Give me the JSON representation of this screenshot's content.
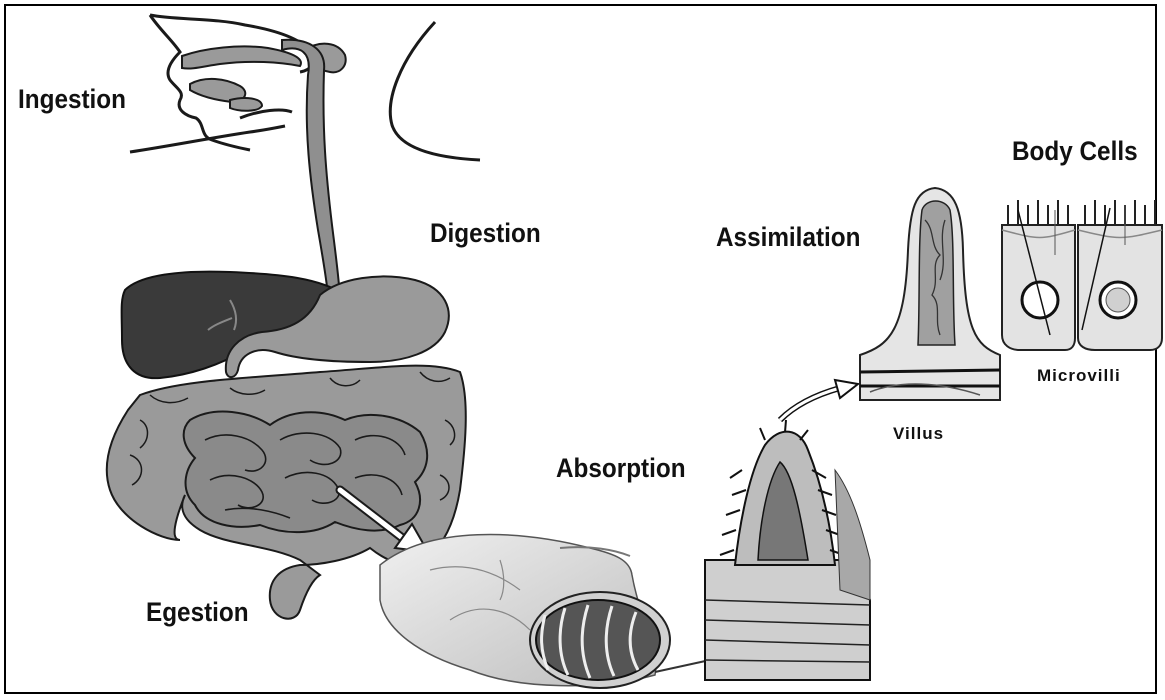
{
  "labels": {
    "ingestion": "Ingestion",
    "digestion": "Digestion",
    "absorption": "Absorption",
    "assimilation": "Assimilation",
    "body_cells": "Body Cells",
    "egestion": "Egestion",
    "villus": "Villus",
    "microvilli": "Microvilli"
  },
  "colors": {
    "border": "#000000",
    "liver": "#3a3a3a",
    "organ_grey": "#9a9a9a",
    "light_grey": "#d9d9d9",
    "outline": "#1a1a1a"
  }
}
